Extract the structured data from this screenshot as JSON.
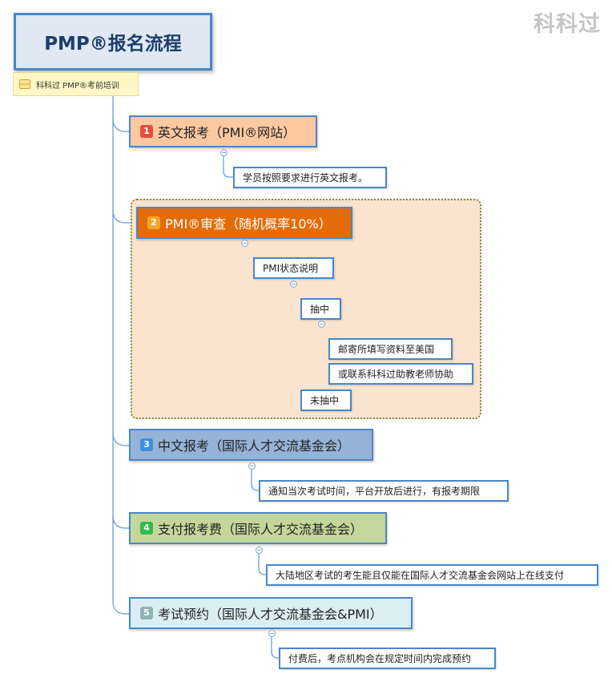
{
  "watermark": "科科过",
  "root": {
    "title": "PMP®报名流程"
  },
  "note": {
    "text": "科科过 PMP®考前培训"
  },
  "steps": [
    {
      "number": "1",
      "label": "英文报考（PMI®网站）",
      "badge_color": "#e84c3d",
      "fill": "#fbc8a0",
      "detail": "学员按照要求进行英文报考。"
    },
    {
      "number": "2",
      "label": "PMI®审查（随机概率10%）",
      "badge_color": "#f6a623",
      "fill": "#e36c09",
      "sub": {
        "label": "PMI状态说明",
        "selected": {
          "label": "抽中",
          "items": [
            "邮寄所填写资料至美国",
            "或联系科科过助教老师协助"
          ]
        },
        "not_selected": {
          "label": "未抽中"
        }
      }
    },
    {
      "number": "3",
      "label": "中文报考（国际人才交流基金会）",
      "badge_color": "#3d8fe0",
      "fill": "#95b3d7",
      "detail": "通知当次考试时间，平台开放后进行，有报考期限"
    },
    {
      "number": "4",
      "label": "支付报考费（国际人才交流基金会）",
      "badge_color": "#2ebd4a",
      "fill": "#c4d79b",
      "detail": "大陆地区考试的考生能且仅能在国际人才交流基金会网站上在线支付"
    },
    {
      "number": "5",
      "label": "考试预约（国际人才交流基金会&PMI）",
      "badge_color": "#8fb3b8",
      "fill": "#dbeef4",
      "detail": "付费后，考点机构会在规定时间内完成预约"
    }
  ],
  "collapse_symbol": "−"
}
